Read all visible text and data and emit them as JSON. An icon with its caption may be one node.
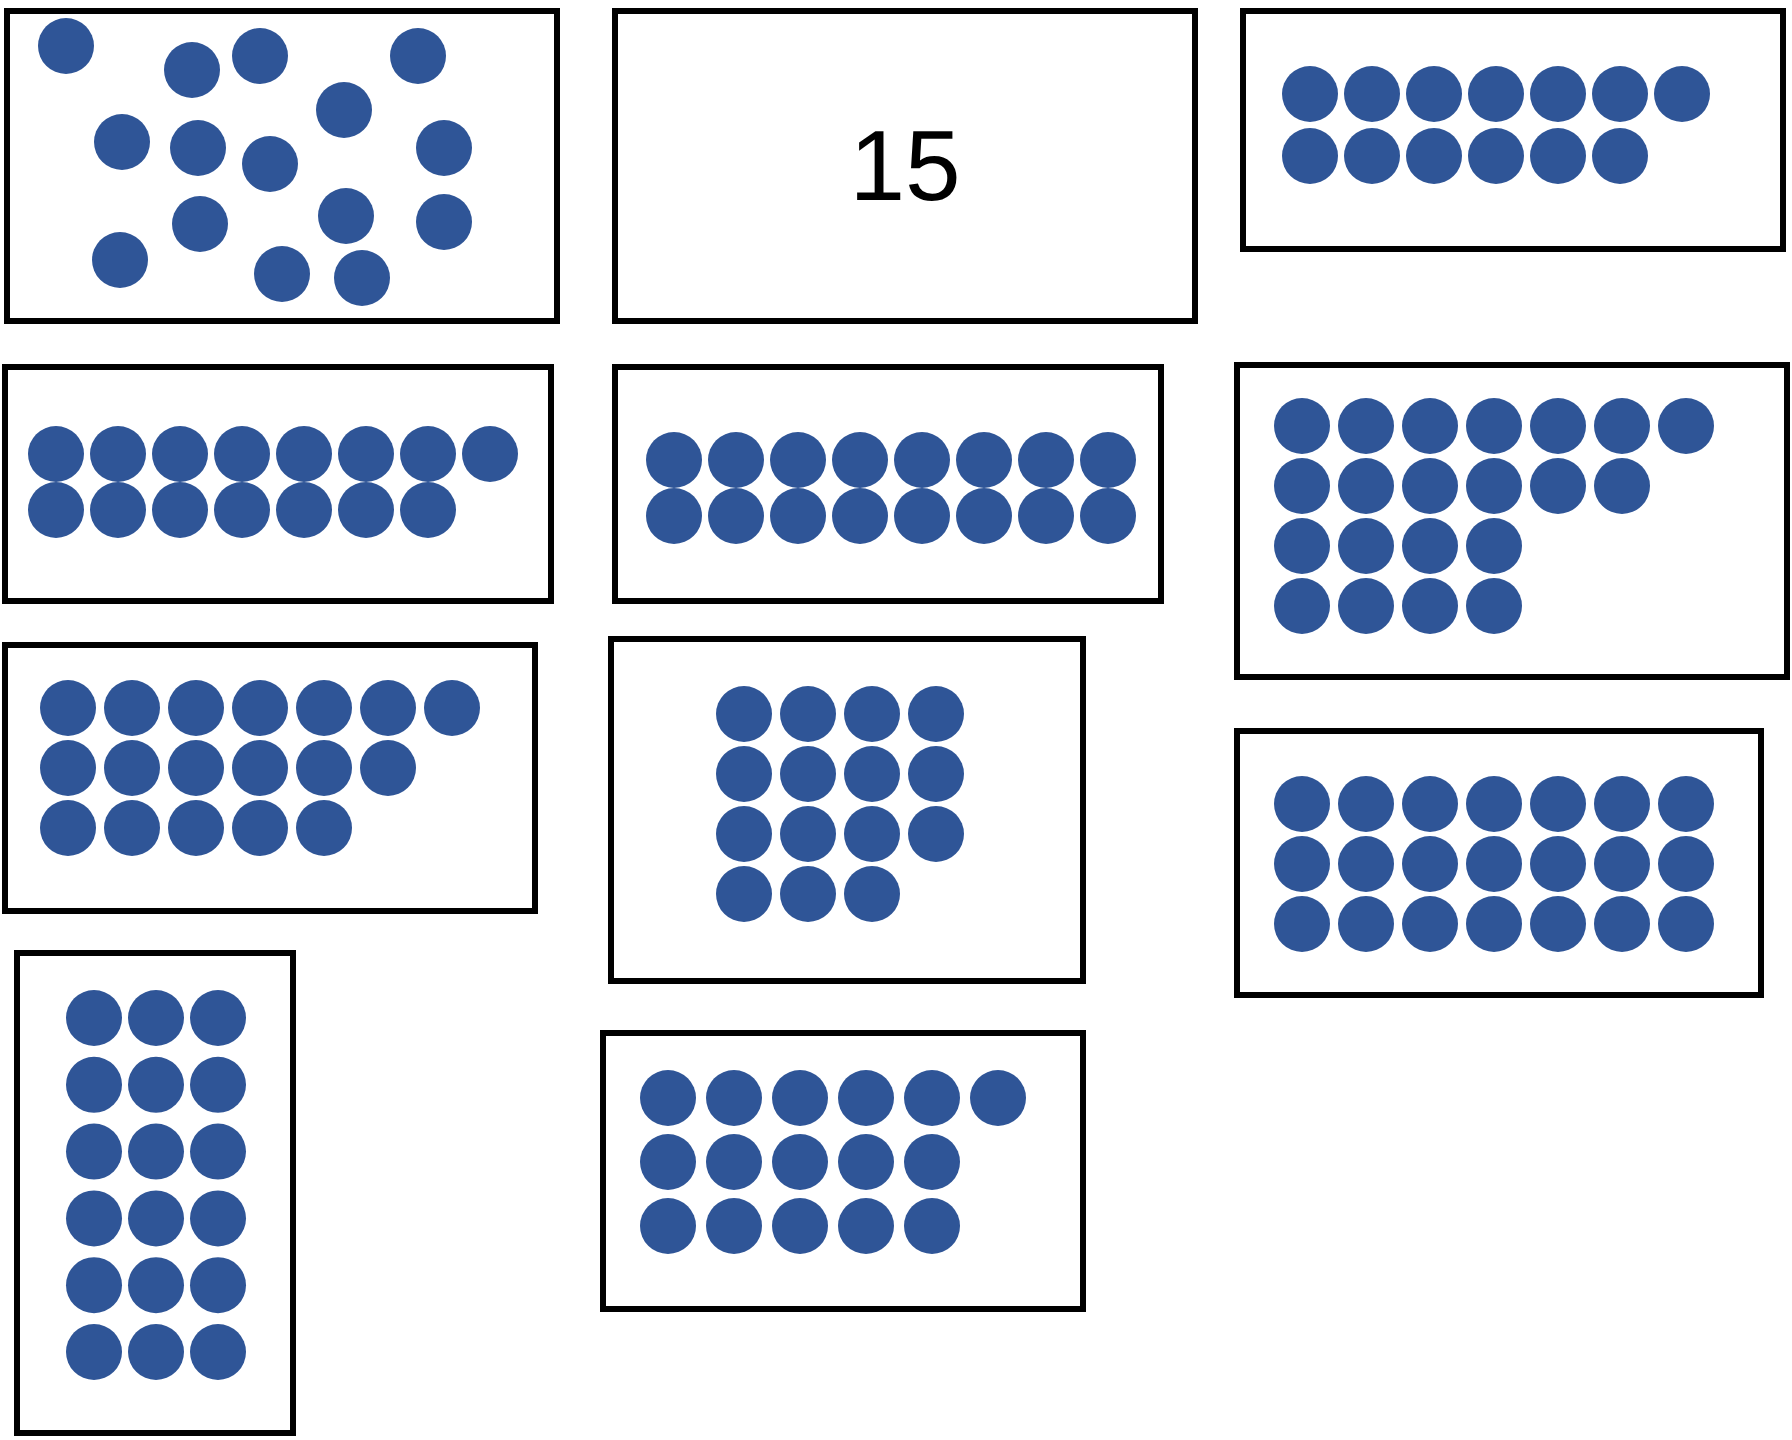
{
  "diagram": {
    "nodes": [
      {
        "text": [],
        "shape": "box"
      },
      {
        "text": [
          "15"
        ]
      },
      {
        "text": [],
        "shape": "box"
      },
      {
        "text": [],
        "shape": "box"
      },
      {
        "text": [],
        "shape": "box"
      },
      {
        "text": [],
        "shape": "box"
      },
      {
        "text": [],
        "shape": "box"
      },
      {
        "text": [],
        "shape": "box"
      },
      {
        "text": [],
        "shape": "box"
      },
      {
        "text": [],
        "shape": "box"
      },
      {
        "text": [],
        "shape": "box"
      }
    ]
  }
}
